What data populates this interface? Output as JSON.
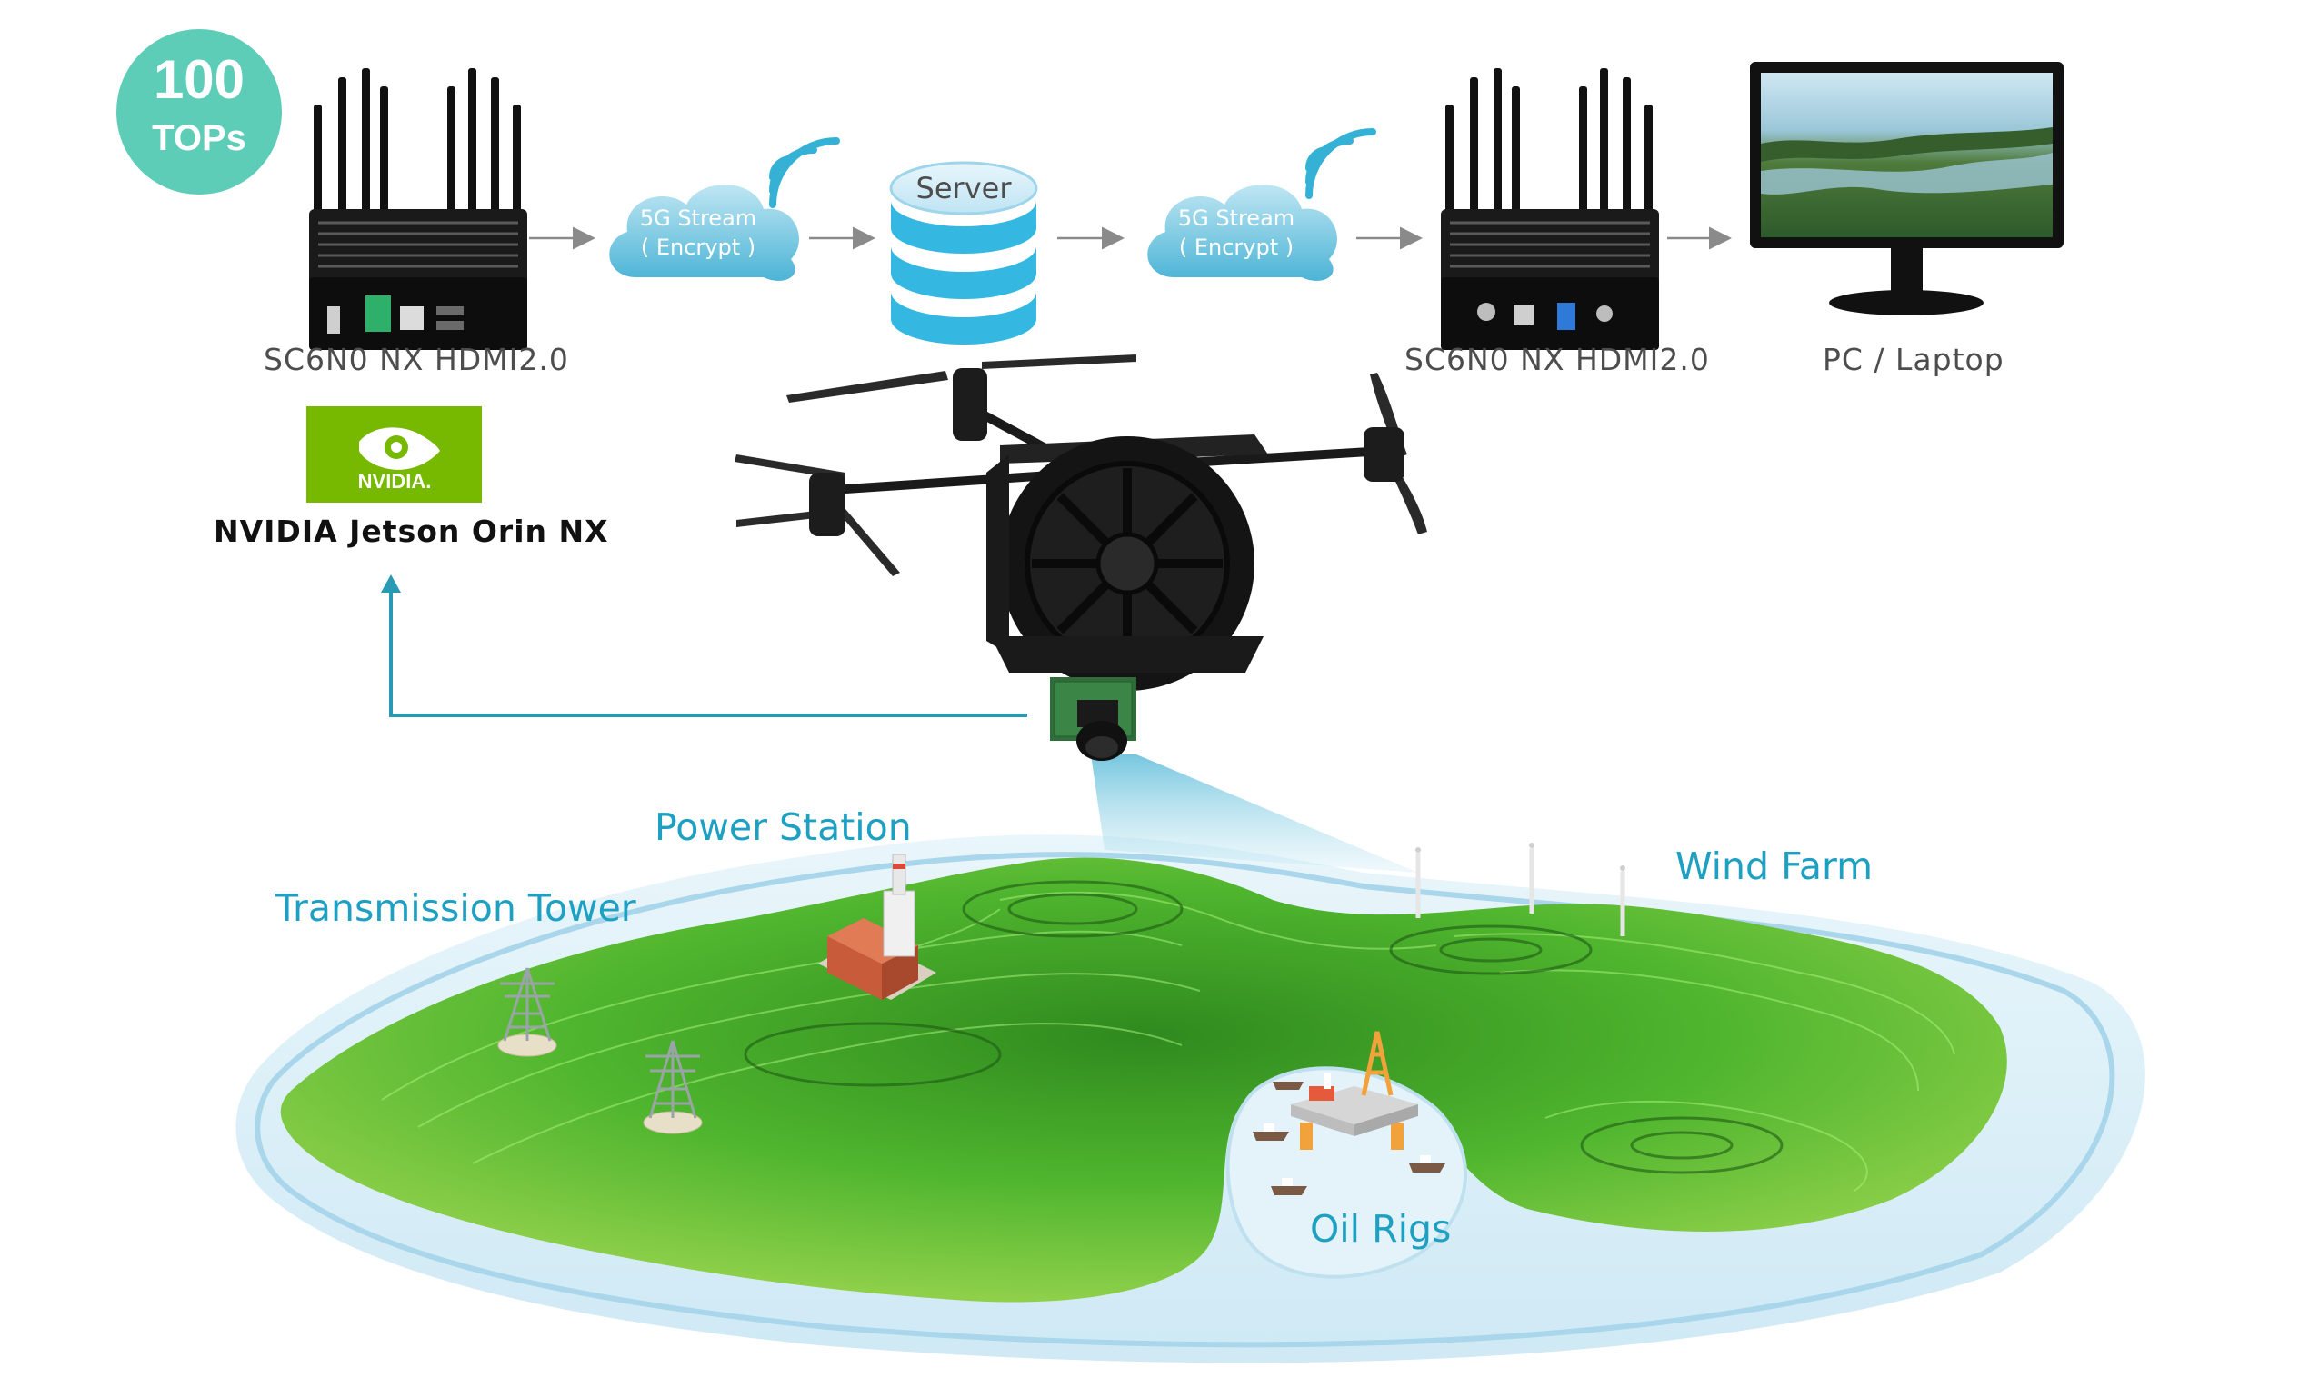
{
  "badge": {
    "line1": "100",
    "line2": "TOPs",
    "color": "#5ecdb8"
  },
  "devices": {
    "left": {
      "label": "SC6N0 NX HDMI2.0"
    },
    "right": {
      "label": "SC6N0 NX HDMI2.0"
    },
    "display": {
      "label": "PC / Laptop"
    }
  },
  "clouds": [
    {
      "line1": "5G Stream",
      "line2": "( Encrypt )"
    },
    {
      "line1": "5G Stream",
      "line2": "( Encrypt )"
    }
  ],
  "server": {
    "label": "Server"
  },
  "nvidia": {
    "logo_text": "NVIDIA.",
    "caption": "NVIDIA Jetson Orin NX",
    "color": "#76b900"
  },
  "map_labels": {
    "power_station": "Power Station",
    "transmission_tower": "Transmission Tower",
    "wind_farm": "Wind Farm",
    "oil_rigs": "Oil Rigs"
  },
  "colors": {
    "teal": "#1ea0c2",
    "arrow": "#2a9ab4",
    "land": "#3fa02a",
    "water": "#bfe2f2"
  },
  "icons": [
    "router-icon",
    "cloud-icon",
    "wifi-icon",
    "database-icon",
    "monitor-icon",
    "drone-icon",
    "camera-icon",
    "transmission-tower-icon",
    "power-station-icon",
    "wind-turbine-icon",
    "oil-rig-icon",
    "ship-icon"
  ]
}
